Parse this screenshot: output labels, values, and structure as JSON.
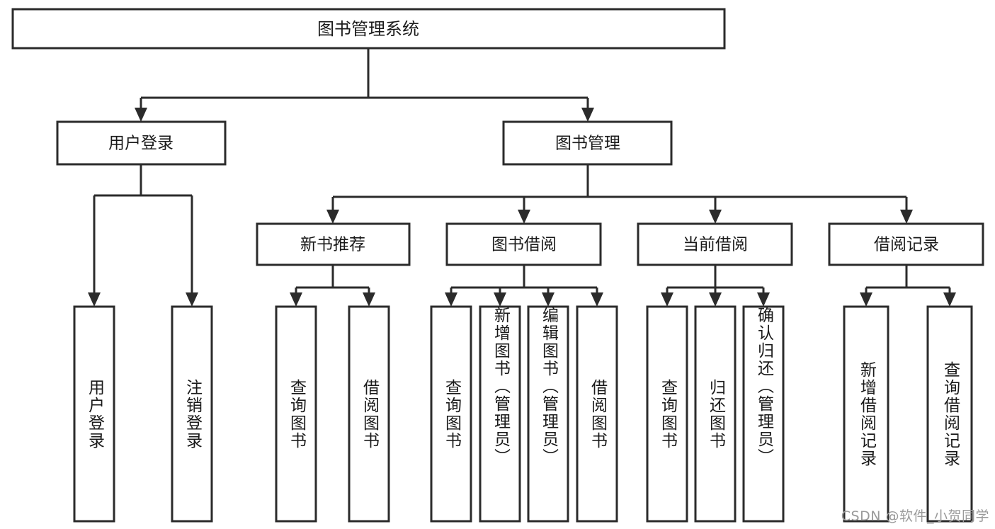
{
  "diagram": {
    "type": "tree",
    "title": "图书管理系统",
    "orientation": "top-down",
    "colors": {
      "box_fill": "#ffffff",
      "box_stroke": "#2b2b2b",
      "text": "#1a1a1a",
      "background": "#ffffff",
      "watermark": "#9a9a9a"
    },
    "root": {
      "label": "图书管理系统"
    },
    "level1": [
      {
        "label": "用户登录"
      },
      {
        "label": "图书管理"
      }
    ],
    "level2": [
      {
        "label": "新书推荐"
      },
      {
        "label": "图书借阅"
      },
      {
        "label": "当前借阅"
      },
      {
        "label": "借阅记录"
      }
    ],
    "leaves": {
      "user_login": [
        {
          "label": "用户登录"
        },
        {
          "label": "注销登录"
        }
      ],
      "new_book_recommend": [
        {
          "label": "查询图书"
        },
        {
          "label": "借阅图书"
        }
      ],
      "book_borrow": [
        {
          "label": "查询图书"
        },
        {
          "label": "新增图书（管理员）"
        },
        {
          "label": "编辑图书（管理员）"
        },
        {
          "label": "借阅图书"
        }
      ],
      "current_borrow": [
        {
          "label": "查询图书"
        },
        {
          "label": "归还图书"
        },
        {
          "label": "确认归还（管理员）"
        }
      ],
      "borrow_record": [
        {
          "label": "新增借阅记录"
        },
        {
          "label": "查询借阅记录"
        }
      ]
    }
  },
  "watermark": {
    "text": "CSDN @软件_小贺同学"
  }
}
